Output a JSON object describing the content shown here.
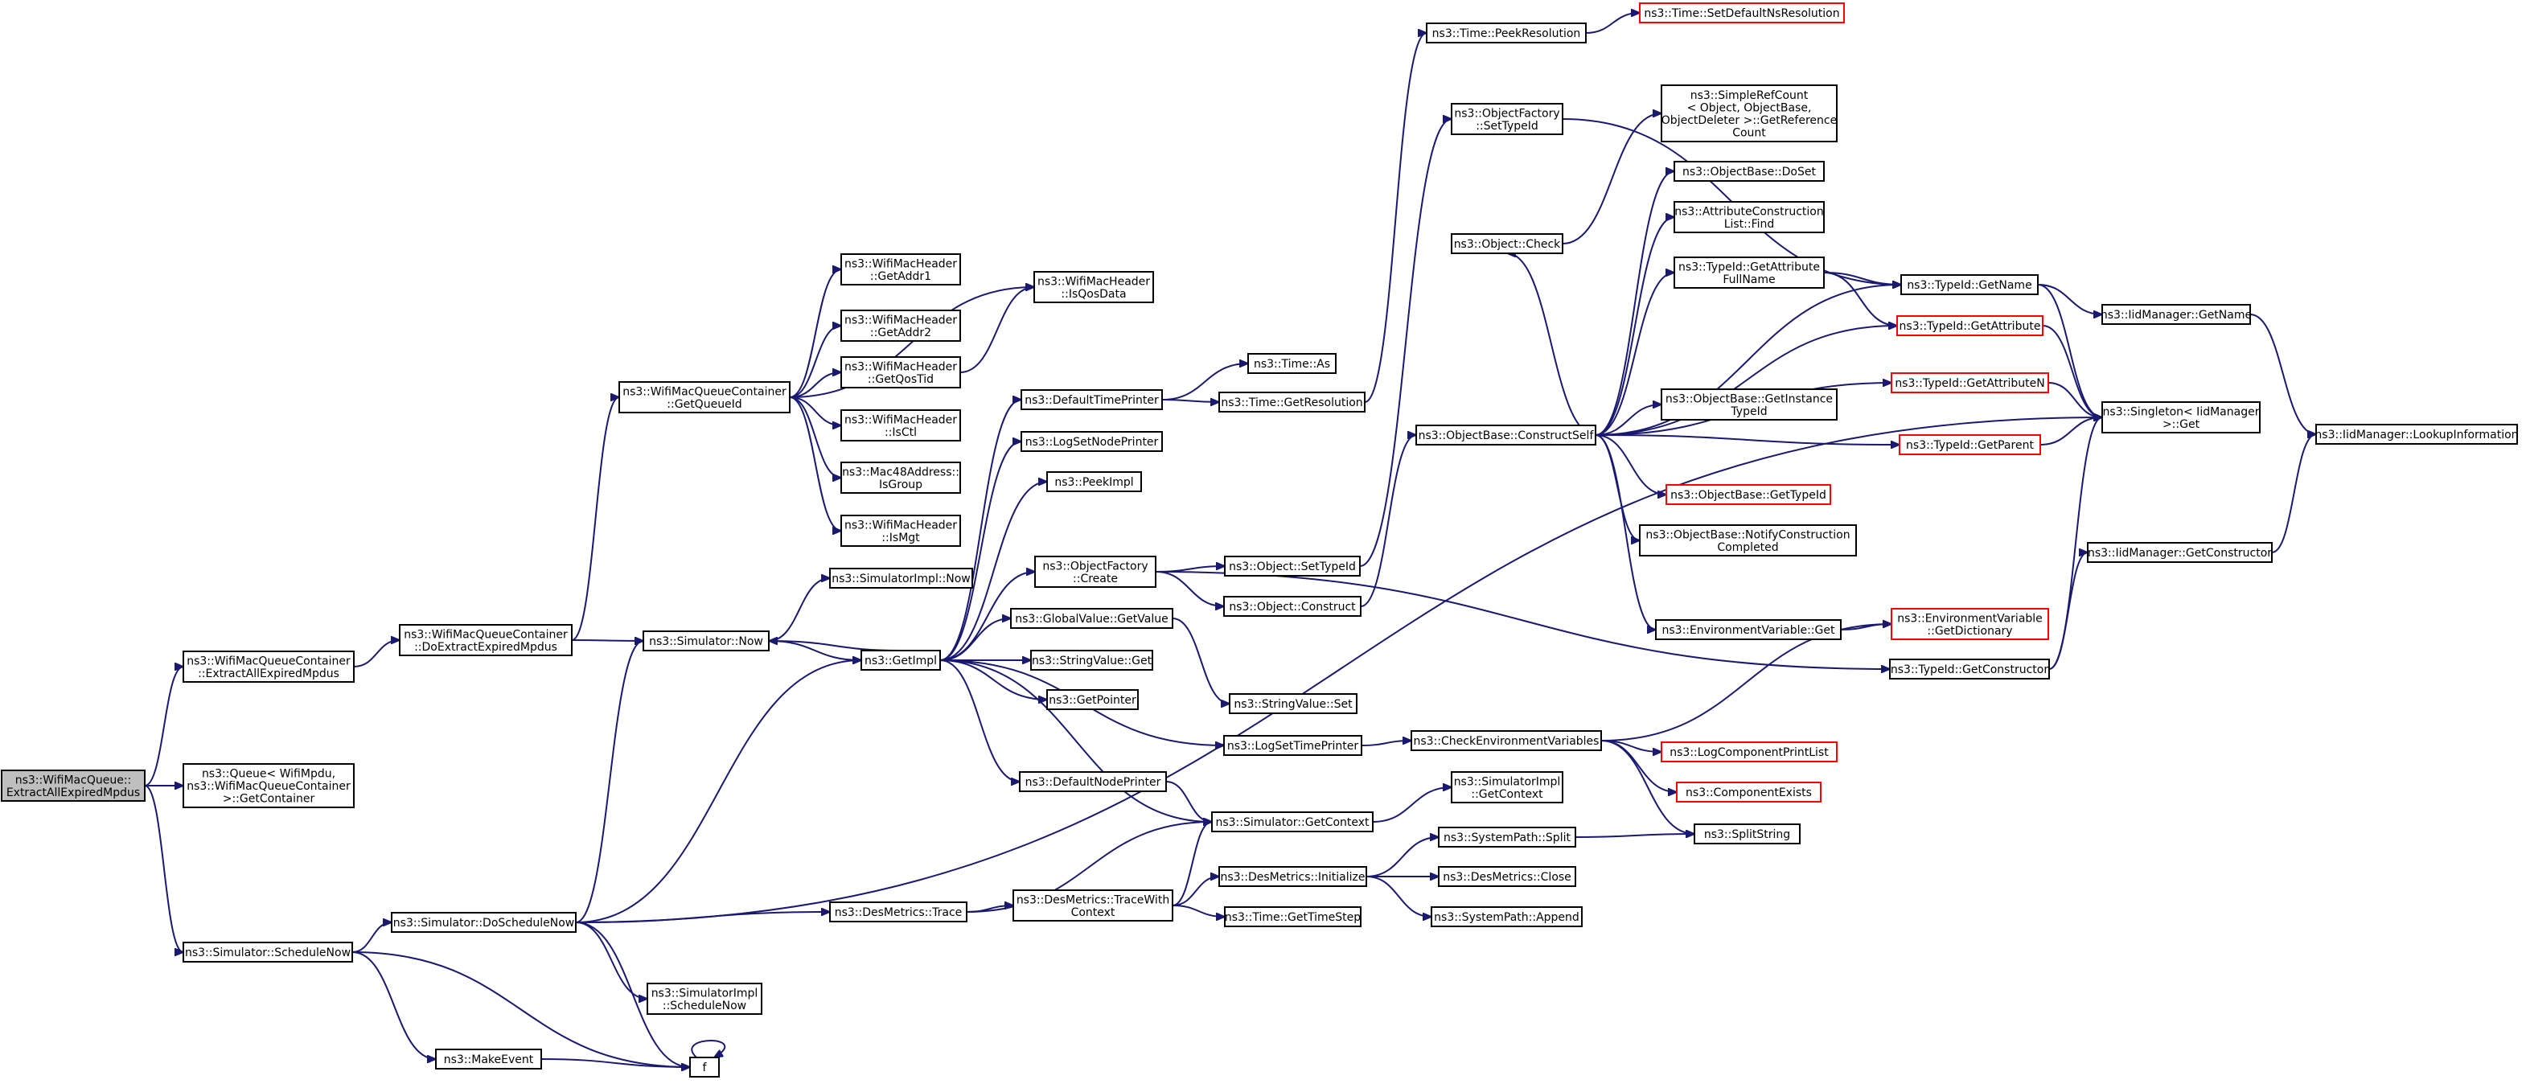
{
  "graph_title": "",
  "colors": {
    "edge": "#191970",
    "node_border": "#000000",
    "external_border": "#ff0000",
    "root_fill": "#bfbfbf",
    "node_fill": "#ffffff"
  },
  "nodes": {
    "root": {
      "lines": [
        "ns3::WifiMacQueue::",
        "ExtractAllExpiredMpdus"
      ],
      "variant": "root"
    },
    "extractAll": {
      "lines": [
        "ns3::WifiMacQueueContainer",
        "::ExtractAllExpiredMpdus"
      ]
    },
    "getContainer": {
      "lines": [
        "ns3::Queue< WifiMpdu,",
        "ns3::WifiMacQueueContainer",
        ">::GetContainer"
      ]
    },
    "scheduleNow": {
      "lines": [
        "ns3::Simulator::ScheduleNow"
      ]
    },
    "doExtract": {
      "lines": [
        "ns3::WifiMacQueueContainer",
        "::DoExtractExpiredMpdus"
      ]
    },
    "doScheduleNow": {
      "lines": [
        "ns3::Simulator::DoScheduleNow"
      ]
    },
    "makeEvent": {
      "lines": [
        "ns3::MakeEvent"
      ]
    },
    "f": {
      "lines": [
        "f"
      ]
    },
    "getQueueId": {
      "lines": [
        "ns3::WifiMacQueueContainer",
        "::GetQueueId"
      ]
    },
    "simNow": {
      "lines": [
        "ns3::Simulator::Now"
      ]
    },
    "simImplScheduleNow": {
      "lines": [
        "ns3::SimulatorImpl",
        "::ScheduleNow"
      ]
    },
    "desTrace": {
      "lines": [
        "ns3::DesMetrics::Trace"
      ]
    },
    "getAddr1": {
      "lines": [
        "ns3::WifiMacHeader",
        "::GetAddr1"
      ]
    },
    "getAddr2": {
      "lines": [
        "ns3::WifiMacHeader",
        "::GetAddr2"
      ]
    },
    "getQosTid": {
      "lines": [
        "ns3::WifiMacHeader",
        "::GetQosTid"
      ]
    },
    "isCtl": {
      "lines": [
        "ns3::WifiMacHeader",
        "::IsCtl"
      ]
    },
    "isGroup": {
      "lines": [
        "ns3::Mac48Address::",
        "IsGroup"
      ]
    },
    "isMgt": {
      "lines": [
        "ns3::WifiMacHeader",
        "::IsMgt"
      ]
    },
    "isQosData": {
      "lines": [
        "ns3::WifiMacHeader",
        "::IsQosData"
      ]
    },
    "simImplNow": {
      "lines": [
        "ns3::SimulatorImpl::Now"
      ]
    },
    "getImpl": {
      "lines": [
        "ns3::GetImpl"
      ]
    },
    "desTraceWith": {
      "lines": [
        "ns3::DesMetrics::TraceWith",
        "Context"
      ]
    },
    "defaultTimePrinter": {
      "lines": [
        "ns3::DefaultTimePrinter"
      ]
    },
    "logSetNodePrinter": {
      "lines": [
        "ns3::LogSetNodePrinter"
      ]
    },
    "peekImpl": {
      "lines": [
        "ns3::PeekImpl"
      ]
    },
    "objFactoryCreate": {
      "lines": [
        "ns3::ObjectFactory",
        "::Create"
      ]
    },
    "globalValueGet": {
      "lines": [
        "ns3::GlobalValue::GetValue"
      ]
    },
    "stringValueGet": {
      "lines": [
        "ns3::StringValue::Get"
      ]
    },
    "getPointer": {
      "lines": [
        "ns3::GetPointer"
      ]
    },
    "defaultNodePrinter": {
      "lines": [
        "ns3::DefaultNodePrinter"
      ]
    },
    "timeAs": {
      "lines": [
        "ns3::Time::As"
      ]
    },
    "timeGetResolution": {
      "lines": [
        "ns3::Time::GetResolution"
      ]
    },
    "objSetTypeId": {
      "lines": [
        "ns3::Object::SetTypeId"
      ]
    },
    "objConstruct": {
      "lines": [
        "ns3::Object::Construct"
      ]
    },
    "stringValueSet": {
      "lines": [
        "ns3::StringValue::Set"
      ]
    },
    "logSetTimePrinter": {
      "lines": [
        "ns3::LogSetTimePrinter"
      ]
    },
    "simGetContext": {
      "lines": [
        "ns3::Simulator::GetContext"
      ]
    },
    "desInit": {
      "lines": [
        "ns3::DesMetrics::Initialize"
      ]
    },
    "timeGetTimeStep": {
      "lines": [
        "ns3::Time::GetTimeStep"
      ]
    },
    "timePeekRes": {
      "lines": [
        "ns3::Time::PeekResolution"
      ]
    },
    "timeSetDefault": {
      "lines": [
        "ns3::Time::SetDefaultNsResolution"
      ],
      "variant": "ext"
    },
    "objFactorySetTypeId": {
      "lines": [
        "ns3::ObjectFactory",
        "::SetTypeId"
      ]
    },
    "objCheck": {
      "lines": [
        "ns3::Object::Check"
      ]
    },
    "constructSelf": {
      "lines": [
        "ns3::ObjectBase::ConstructSelf"
      ]
    },
    "checkEnvVars": {
      "lines": [
        "ns3::CheckEnvironmentVariables"
      ]
    },
    "simImplGetContext": {
      "lines": [
        "ns3::SimulatorImpl",
        "::GetContext"
      ]
    },
    "sysPathSplit": {
      "lines": [
        "ns3::SystemPath::Split"
      ]
    },
    "desClose": {
      "lines": [
        "ns3::DesMetrics::Close"
      ]
    },
    "sysPathAppend": {
      "lines": [
        "ns3::SystemPath::Append"
      ]
    },
    "simpleRefCount": {
      "lines": [
        "ns3::SimpleRefCount",
        "< Object, ObjectBase,",
        "ObjectDeleter >::GetReference",
        "Count"
      ]
    },
    "objBaseDoSet": {
      "lines": [
        "ns3::ObjectBase::DoSet"
      ]
    },
    "attrConstrFind": {
      "lines": [
        "ns3::AttributeConstruction",
        "List::Find"
      ]
    },
    "getAttrFullName": {
      "lines": [
        "ns3::TypeId::GetAttribute",
        "FullName"
      ]
    },
    "getInstanceTypeId": {
      "lines": [
        "ns3::ObjectBase::GetInstance",
        "TypeId"
      ]
    },
    "objBaseGetTypeId": {
      "lines": [
        "ns3::ObjectBase::GetTypeId"
      ],
      "variant": "ext"
    },
    "notifyConstr": {
      "lines": [
        "ns3::ObjectBase::NotifyConstruction",
        "Completed"
      ]
    },
    "envVarGet": {
      "lines": [
        "ns3::EnvironmentVariable::Get"
      ]
    },
    "logCompPrintList": {
      "lines": [
        "ns3::LogComponentPrintList"
      ],
      "variant": "ext"
    },
    "compExists": {
      "lines": [
        "ns3::ComponentExists"
      ],
      "variant": "ext"
    },
    "splitString": {
      "lines": [
        "ns3::SplitString"
      ]
    },
    "typeIdGetName": {
      "lines": [
        "ns3::TypeId::GetName"
      ]
    },
    "typeIdGetAttr": {
      "lines": [
        "ns3::TypeId::GetAttribute"
      ],
      "variant": "ext"
    },
    "typeIdGetAttrN": {
      "lines": [
        "ns3::TypeId::GetAttributeN"
      ],
      "variant": "ext"
    },
    "typeIdGetParent": {
      "lines": [
        "ns3::TypeId::GetParent"
      ],
      "variant": "ext"
    },
    "envGetDict": {
      "lines": [
        "ns3::EnvironmentVariable",
        "::GetDictionary"
      ],
      "variant": "ext"
    },
    "typeIdGetConstr": {
      "lines": [
        "ns3::TypeId::GetConstructor"
      ]
    },
    "iidMgrGetName": {
      "lines": [
        "ns3::IidManager::GetName"
      ]
    },
    "singletonGet": {
      "lines": [
        "ns3::Singleton< IidManager",
        ">::Get"
      ]
    },
    "iidMgrGetConstr": {
      "lines": [
        "ns3::IidManager::GetConstructor"
      ]
    },
    "iidMgrLookup": {
      "lines": [
        "ns3::IidManager::LookupInformation"
      ]
    }
  },
  "edges": [
    [
      "root",
      "extractAll"
    ],
    [
      "root",
      "getContainer"
    ],
    [
      "root",
      "scheduleNow"
    ],
    [
      "extractAll",
      "doExtract"
    ],
    [
      "scheduleNow",
      "doScheduleNow"
    ],
    [
      "scheduleNow",
      "makeEvent"
    ],
    [
      "scheduleNow",
      "f"
    ],
    [
      "doExtract",
      "getQueueId"
    ],
    [
      "doExtract",
      "simNow"
    ],
    [
      "doScheduleNow",
      "simNow"
    ],
    [
      "doScheduleNow",
      "getImpl"
    ],
    [
      "doScheduleNow",
      "simImplScheduleNow"
    ],
    [
      "doScheduleNow",
      "desTrace"
    ],
    [
      "doScheduleNow",
      "singletonGet"
    ],
    [
      "doScheduleNow",
      "f"
    ],
    [
      "makeEvent",
      "f"
    ],
    [
      "f",
      "f"
    ],
    [
      "getQueueId",
      "getAddr1"
    ],
    [
      "getQueueId",
      "getAddr2"
    ],
    [
      "getQueueId",
      "getQosTid"
    ],
    [
      "getQueueId",
      "isCtl"
    ],
    [
      "getQueueId",
      "isGroup"
    ],
    [
      "getQueueId",
      "isMgt"
    ],
    [
      "getQueueId",
      "isQosData"
    ],
    [
      "getQosTid",
      "isQosData"
    ],
    [
      "simNow",
      "simImplNow"
    ],
    [
      "simNow",
      "getImpl"
    ],
    [
      "desTrace",
      "desTraceWith"
    ],
    [
      "desTrace",
      "simGetContext"
    ],
    [
      "getImpl",
      "defaultTimePrinter"
    ],
    [
      "getImpl",
      "logSetNodePrinter"
    ],
    [
      "getImpl",
      "peekImpl"
    ],
    [
      "getImpl",
      "objFactoryCreate"
    ],
    [
      "getImpl",
      "globalValueGet"
    ],
    [
      "getImpl",
      "stringValueGet"
    ],
    [
      "getImpl",
      "getPointer"
    ],
    [
      "getImpl",
      "defaultNodePrinter"
    ],
    [
      "getImpl",
      "logSetTimePrinter"
    ],
    [
      "getImpl",
      "simGetContext"
    ],
    [
      "getImpl",
      "simNow"
    ],
    [
      "desTraceWith",
      "simGetContext"
    ],
    [
      "desTraceWith",
      "desInit"
    ],
    [
      "desTraceWith",
      "timeGetTimeStep"
    ],
    [
      "defaultTimePrinter",
      "timeAs"
    ],
    [
      "defaultTimePrinter",
      "timeGetResolution"
    ],
    [
      "timeGetResolution",
      "timePeekRes"
    ],
    [
      "objFactoryCreate",
      "objSetTypeId"
    ],
    [
      "objFactoryCreate",
      "objConstruct"
    ],
    [
      "objFactoryCreate",
      "typeIdGetConstr"
    ],
    [
      "globalValueGet",
      "stringValueSet"
    ],
    [
      "defaultNodePrinter",
      "simGetContext"
    ],
    [
      "logSetTimePrinter",
      "checkEnvVars"
    ],
    [
      "simGetContext",
      "simImplGetContext"
    ],
    [
      "desInit",
      "sysPathSplit"
    ],
    [
      "desInit",
      "desClose"
    ],
    [
      "desInit",
      "sysPathAppend"
    ],
    [
      "timePeekRes",
      "timeSetDefault"
    ],
    [
      "objSetTypeId",
      "objFactorySetTypeId"
    ],
    [
      "objConstruct",
      "constructSelf"
    ],
    [
      "objFactorySetTypeId",
      "typeIdGetName"
    ],
    [
      "objCheck",
      "simpleRefCount"
    ],
    [
      "constructSelf",
      "objCheck"
    ],
    [
      "constructSelf",
      "objBaseDoSet"
    ],
    [
      "constructSelf",
      "attrConstrFind"
    ],
    [
      "constructSelf",
      "getAttrFullName"
    ],
    [
      "constructSelf",
      "typeIdGetAttr"
    ],
    [
      "constructSelf",
      "typeIdGetAttrN"
    ],
    [
      "constructSelf",
      "getInstanceTypeId"
    ],
    [
      "constructSelf",
      "typeIdGetParent"
    ],
    [
      "constructSelf",
      "objBaseGetTypeId"
    ],
    [
      "constructSelf",
      "notifyConstr"
    ],
    [
      "constructSelf",
      "envVarGet"
    ],
    [
      "constructSelf",
      "typeIdGetName"
    ],
    [
      "checkEnvVars",
      "envGetDict"
    ],
    [
      "checkEnvVars",
      "logCompPrintList"
    ],
    [
      "checkEnvVars",
      "compExists"
    ],
    [
      "checkEnvVars",
      "splitString"
    ],
    [
      "sysPathSplit",
      "splitString"
    ],
    [
      "getAttrFullName",
      "typeIdGetName"
    ],
    [
      "getAttrFullName",
      "typeIdGetAttr"
    ],
    [
      "envVarGet",
      "envGetDict"
    ],
    [
      "typeIdGetName",
      "iidMgrGetName"
    ],
    [
      "typeIdGetName",
      "singletonGet"
    ],
    [
      "typeIdGetAttr",
      "singletonGet"
    ],
    [
      "typeIdGetAttrN",
      "singletonGet"
    ],
    [
      "typeIdGetParent",
      "singletonGet"
    ],
    [
      "typeIdGetConstr",
      "iidMgrGetConstr"
    ],
    [
      "typeIdGetConstr",
      "singletonGet"
    ],
    [
      "iidMgrGetName",
      "iidMgrLookup"
    ],
    [
      "iidMgrGetConstr",
      "iidMgrLookup"
    ]
  ]
}
